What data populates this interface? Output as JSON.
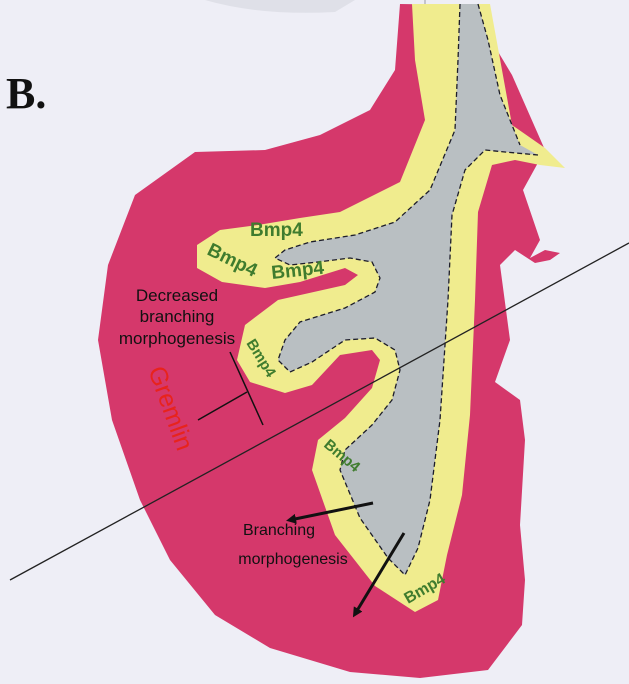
{
  "panel_label": "B.",
  "labels": {
    "decreased_line1": "Decreased",
    "decreased_line2": "branching",
    "decreased_line3": "morphogenesis",
    "gremlin": "Gremlin",
    "branching_line1": "Branching",
    "branching_line2": "morphogenesis"
  },
  "bmp_labels": [
    "Bmp4",
    "Bmp4",
    "Bmp4",
    "Bmp4",
    "Bmp4",
    "Bmp4"
  ],
  "colors": {
    "background": "#eeeef6",
    "mesenchyme": "#d5386b",
    "epithelium": "#f0ec8e",
    "lumen": "#b9bfc2",
    "bmp_text": "#3f7c2e",
    "gremlin_text": "#e8231c",
    "ink": "#111111"
  }
}
